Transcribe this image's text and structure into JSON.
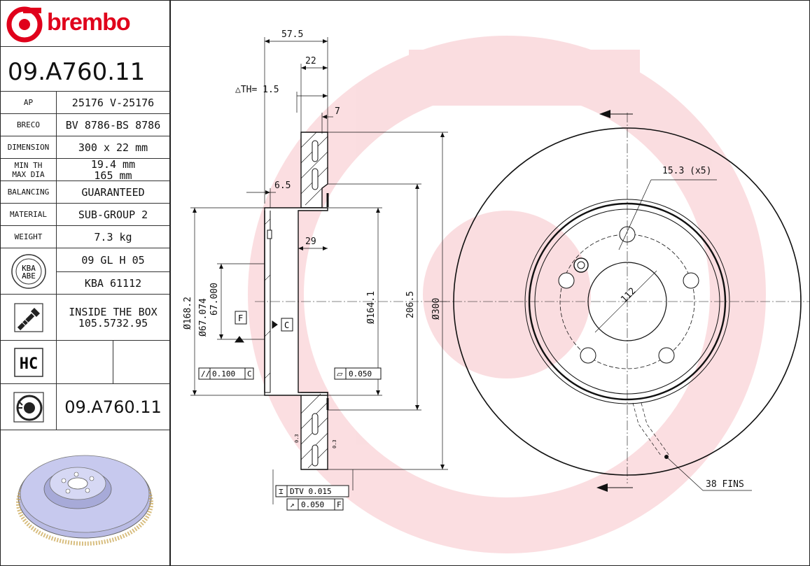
{
  "brand": {
    "name": "brembo",
    "color": "#e0001b"
  },
  "part_number": "09.A760.11",
  "specs": [
    {
      "label": "AP",
      "value": "25176 V-25176"
    },
    {
      "label": "BRECO",
      "value": "BV 8786-BS 8786"
    },
    {
      "label": "DIMENSION",
      "value": "300 x 22 mm"
    },
    {
      "label": "MIN TH\nMAX DIA",
      "value": "19.4 mm\n165 mm"
    },
    {
      "label": "BALANCING",
      "value": "GUARANTEED"
    },
    {
      "label": "MATERIAL",
      "value": "SUB-GROUP 2"
    },
    {
      "label": "WEIGHT",
      "value": "7.3 kg"
    }
  ],
  "kba": {
    "badge_line1": "KBA",
    "badge_line2": "ABE",
    "value1": "09 GL H 05",
    "value2": "KBA 61112"
  },
  "screws": {
    "line1": "INSIDE THE BOX",
    "line2": "105.5732.95",
    "icon": "screw-icon"
  },
  "hc": {
    "label": "HC"
  },
  "footer_code": "09.A760.11",
  "dims": {
    "d57": "57.5",
    "d22": "22",
    "th": "△TH= 1.5",
    "d7": "7",
    "d65": "6.5",
    "d29": "29",
    "d1682": "Ø168.2",
    "d67074": "Ø67.074",
    "d67000": "67.000",
    "d1641": "Ø164.1",
    "d2065": "206.5",
    "d300": "Ø300",
    "f": "F",
    "c": "C",
    "par": "0.100",
    "parref": "C",
    "flat": "0.050",
    "dtv": "DTV 0.015",
    "run": "0.050",
    "runref": "F",
    "holes": "15.3 (x5)",
    "pcd": "112",
    "fins": "38 FINS",
    "z1": "0.3",
    "z2": "0.3"
  }
}
